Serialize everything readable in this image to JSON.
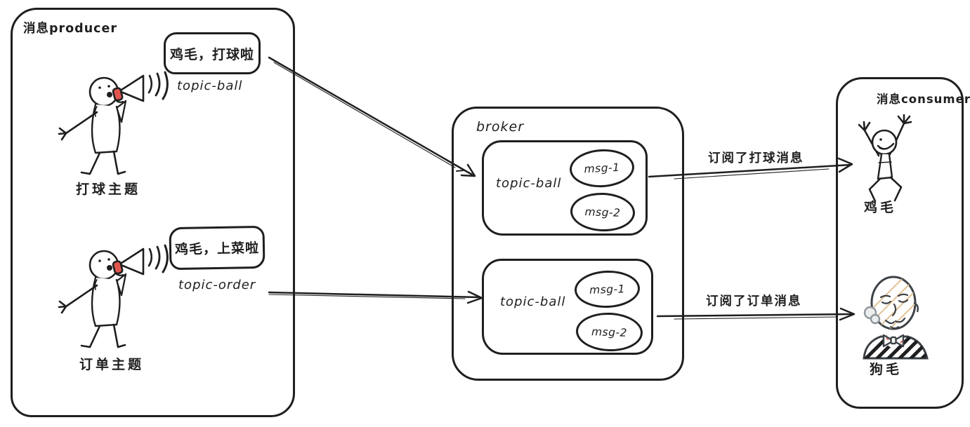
{
  "colors": {
    "ink": "#1f1f1f",
    "megaphone_red": "#e0564f",
    "face_hatch_tan": "#e4c193",
    "hair_gray": "#8f969a",
    "old_man_outline": "#3c4247"
  },
  "producer": {
    "title": "消息producer",
    "speakers": [
      {
        "bubble": "鸡毛，打球啦",
        "topic": "topic-ball",
        "caption": "打球主题"
      },
      {
        "bubble": "鸡毛，上菜啦",
        "topic": "topic-order",
        "caption": "订单主题"
      }
    ]
  },
  "broker": {
    "title": "broker",
    "topics": [
      {
        "name": "topic-ball",
        "messages": [
          "msg-1",
          "msg-2"
        ]
      },
      {
        "name": "topic-ball",
        "messages": [
          "msg-1",
          "msg-2"
        ]
      }
    ]
  },
  "consumer": {
    "title": "消息consumer",
    "members": [
      {
        "name": "鸡毛"
      },
      {
        "name": "狗毛"
      }
    ]
  },
  "arrows": {
    "subscribe_ball": {
      "label": "订阅了打球消息"
    },
    "subscribe_order": {
      "label": "订阅了订单消息"
    }
  }
}
